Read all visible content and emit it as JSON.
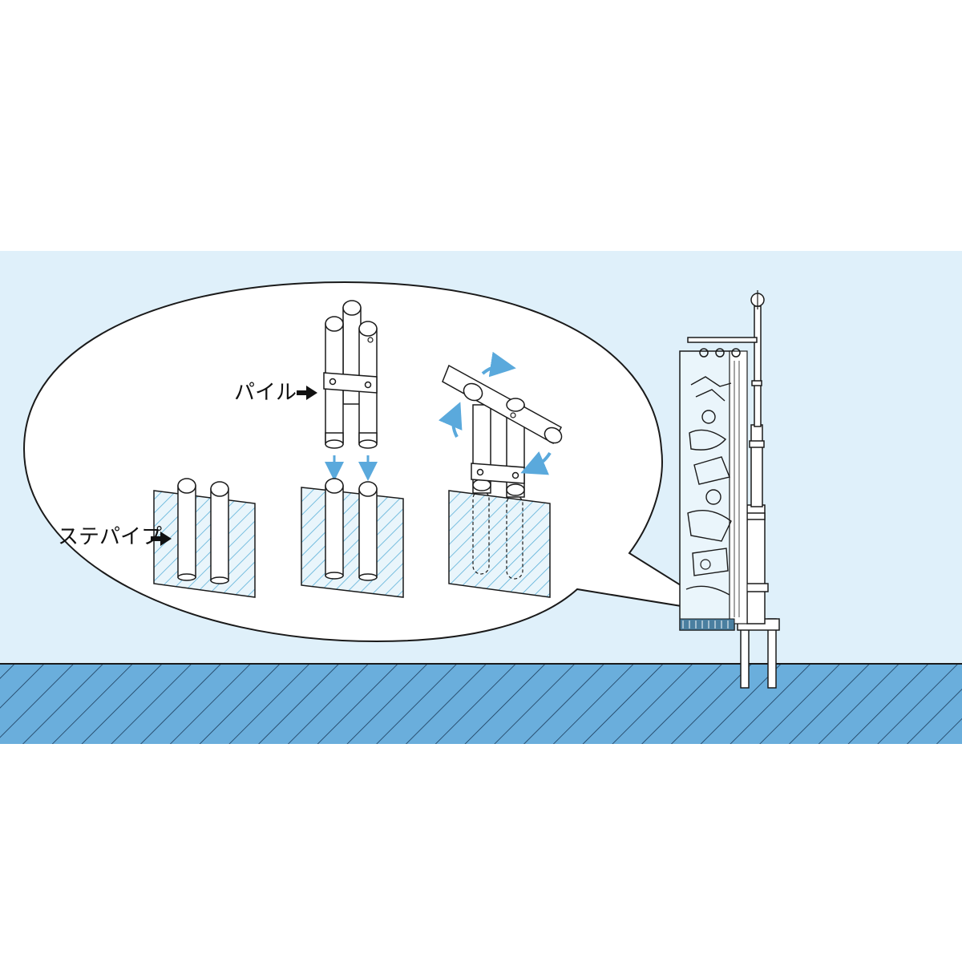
{
  "labels": {
    "pile": "パイル",
    "stay_pipe": "ステパイプ"
  },
  "colors": {
    "sky": "#dff0fa",
    "ground": "#6aaedc",
    "hatch": "#5ab0d8",
    "arrow_blue": "#5aa9dc",
    "line": "#1a1a1a",
    "pipe_fill": "#ffffff"
  },
  "icons": {
    "pointer_arrow": "black-right-arrow",
    "motion_arrow": "blue-curved-arrow",
    "flag": "koinobori-banner"
  }
}
